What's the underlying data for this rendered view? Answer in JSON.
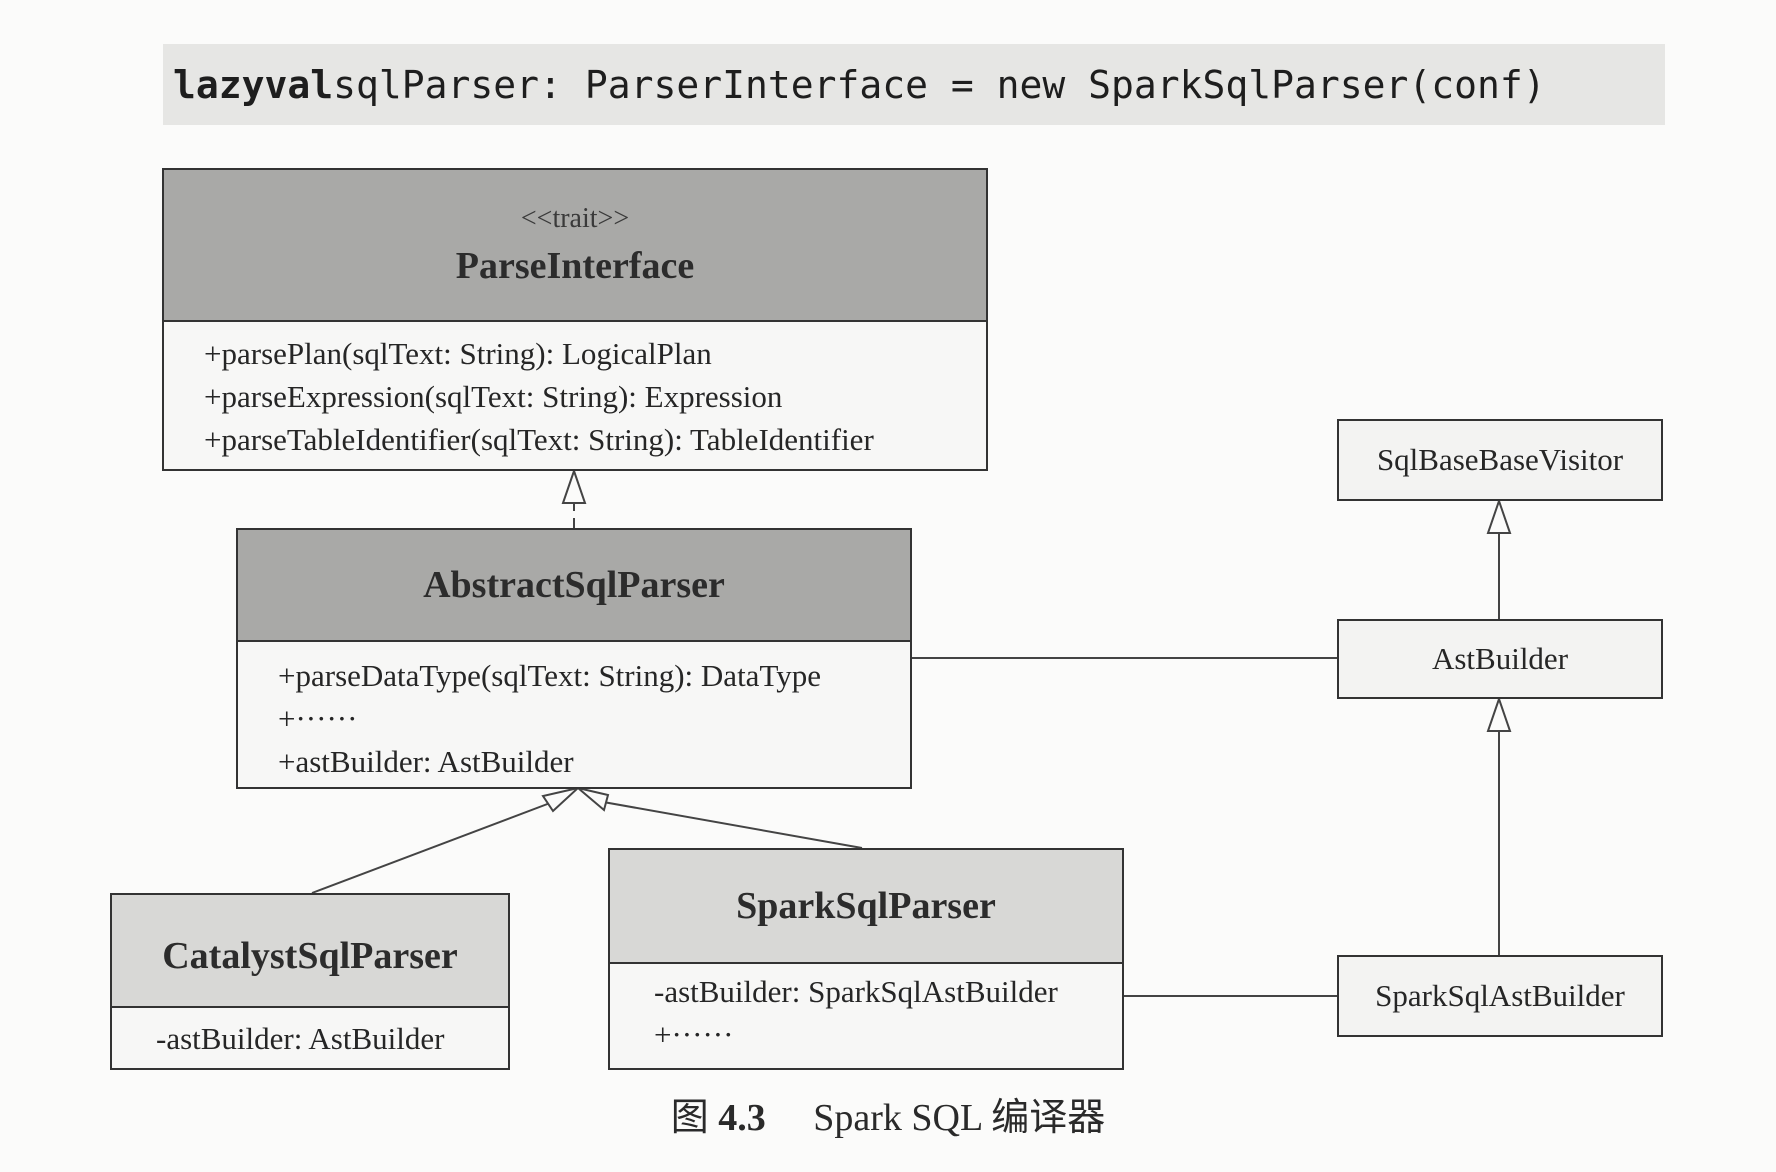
{
  "code": {
    "keyword_lazy": "lazy",
    "keyword_val": "val",
    "rest": "sqlParser: ParserInterface = new SparkSqlParser(conf)"
  },
  "classes": {
    "parse_interface": {
      "stereotype": "<<trait>>",
      "name": "ParseInterface",
      "members": [
        "+parsePlan(sqlText: String): LogicalPlan",
        "+parseExpression(sqlText: String): Expression",
        "+parseTableIdentifier(sqlText: String): TableIdentifier"
      ]
    },
    "abstract_sql_parser": {
      "name": "AbstractSqlParser",
      "members": [
        "+parseDataType(sqlText: String): DataType",
        "+······",
        "+astBuilder: AstBuilder"
      ]
    },
    "catalyst_sql_parser": {
      "name": "CatalystSqlParser",
      "members": [
        "-astBuilder: AstBuilder"
      ]
    },
    "spark_sql_parser": {
      "name": "SparkSqlParser",
      "members": [
        "-astBuilder: SparkSqlAstBuilder",
        "+······"
      ]
    },
    "sql_base_base_visitor": {
      "name": "SqlBaseBaseVisitor"
    },
    "ast_builder": {
      "name": "AstBuilder"
    },
    "spark_sql_ast_builder": {
      "name": "SparkSqlAstBuilder"
    }
  },
  "caption": {
    "prefix": "图",
    "number": "4.3",
    "title": "Spark SQL 编译器"
  }
}
